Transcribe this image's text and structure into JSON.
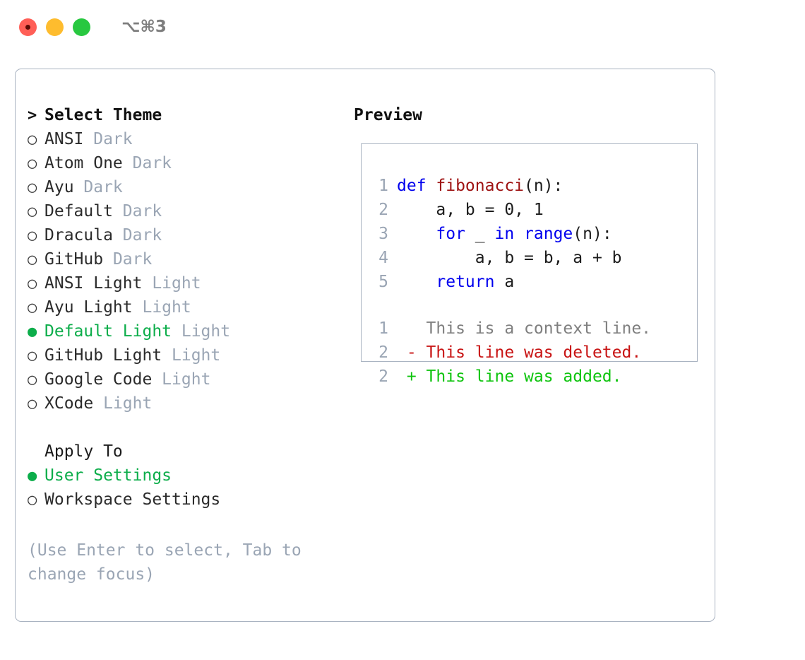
{
  "window": {
    "title": "⌥⌘3",
    "traffic_lights": [
      "close-red",
      "minimize-yellow",
      "maximize-green"
    ]
  },
  "theme_picker": {
    "heading_caret": ">",
    "heading": "Select Theme",
    "bullet_selected": "●",
    "bullet_unselected": "○",
    "items": [
      {
        "name": "ANSI",
        "tag": "Dark",
        "selected": false
      },
      {
        "name": "Atom One",
        "tag": "Dark",
        "selected": false
      },
      {
        "name": "Ayu",
        "tag": "Dark",
        "selected": false
      },
      {
        "name": "Default",
        "tag": "Dark",
        "selected": false
      },
      {
        "name": "Dracula",
        "tag": "Dark",
        "selected": false
      },
      {
        "name": "GitHub",
        "tag": "Dark",
        "selected": false
      },
      {
        "name": "ANSI Light",
        "tag": "Light",
        "selected": false
      },
      {
        "name": "Ayu Light",
        "tag": "Light",
        "selected": false
      },
      {
        "name": "Default Light",
        "tag": "Light",
        "selected": true
      },
      {
        "name": "GitHub Light",
        "tag": "Light",
        "selected": false
      },
      {
        "name": "Google Code",
        "tag": "Light",
        "selected": false
      },
      {
        "name": "XCode",
        "tag": "Light",
        "selected": false
      }
    ]
  },
  "apply_to": {
    "label": "Apply To",
    "options": [
      {
        "name": "User Settings",
        "selected": true
      },
      {
        "name": "Workspace Settings",
        "selected": false
      }
    ]
  },
  "hint": "(Use Enter to select, Tab to change focus)",
  "preview": {
    "title": "Preview",
    "code": [
      {
        "lineno": "1",
        "tokens": [
          {
            "t": "def ",
            "c": "kw"
          },
          {
            "t": "fibonacci",
            "c": "fn"
          },
          {
            "t": "(n):",
            "c": "pl"
          }
        ]
      },
      {
        "lineno": "2",
        "tokens": [
          {
            "t": "    a, b = 0, 1",
            "c": "pl"
          }
        ]
      },
      {
        "lineno": "3",
        "tokens": [
          {
            "t": "    ",
            "c": "pl"
          },
          {
            "t": "for",
            "c": "kw"
          },
          {
            "t": " _ ",
            "c": "pl"
          },
          {
            "t": "in",
            "c": "kw"
          },
          {
            "t": " ",
            "c": "pl"
          },
          {
            "t": "range",
            "c": "kw"
          },
          {
            "t": "(n):",
            "c": "pl"
          }
        ]
      },
      {
        "lineno": "4",
        "tokens": [
          {
            "t": "        a, b = b, a + b",
            "c": "pl"
          }
        ]
      },
      {
        "lineno": "5",
        "tokens": [
          {
            "t": "    ",
            "c": "pl"
          },
          {
            "t": "return",
            "c": "kw"
          },
          {
            "t": " a",
            "c": "pl"
          }
        ]
      }
    ],
    "diff": [
      {
        "lineno": "1",
        "marker": " ",
        "text": "This is a context line.",
        "kind": "ctx"
      },
      {
        "lineno": "2",
        "marker": "-",
        "text": "This line was deleted.",
        "kind": "del"
      },
      {
        "lineno": "2",
        "marker": "+",
        "text": "This line was added.",
        "kind": "add"
      }
    ]
  },
  "colors": {
    "accent_green": "#0cad4a",
    "diff_add": "#0ec40e",
    "diff_del": "#c81414",
    "keyword_blue": "#0000ee",
    "function_red": "#9e1212",
    "muted": "#9aa5b4",
    "border": "#a9b3c1"
  }
}
